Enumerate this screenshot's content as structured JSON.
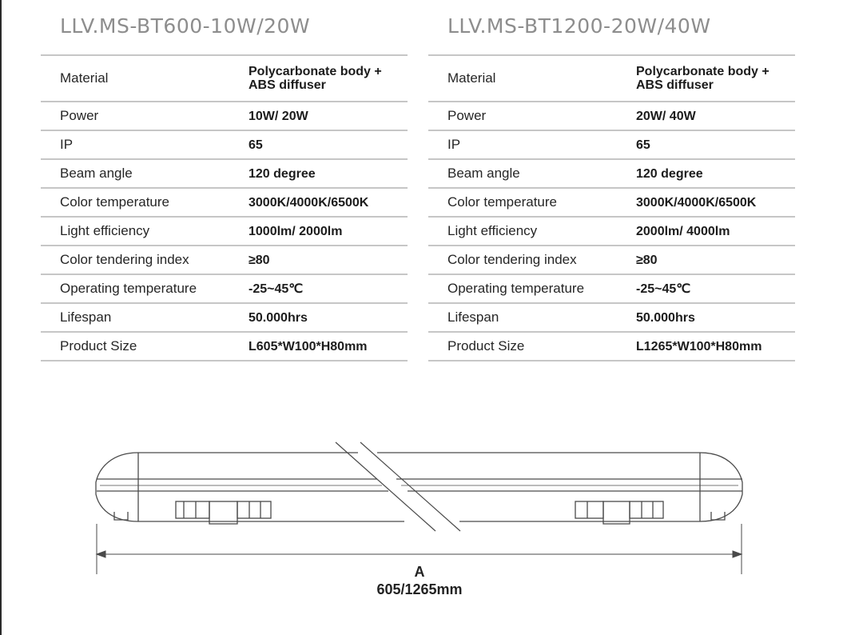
{
  "blocks": [
    {
      "title": "LLV.MS-BT600-10W/20W",
      "rows": [
        {
          "label": "Material",
          "value": "Polycarbonate body + ABS diffuser"
        },
        {
          "label": "Power",
          "value": "10W/ 20W"
        },
        {
          "label": "IP",
          "value": "65"
        },
        {
          "label": "Beam angle",
          "value": "120 degree"
        },
        {
          "label": "Color temperature",
          "value": "3000K/4000K/6500K"
        },
        {
          "label": "Light efficiency",
          "value": "1000lm/ 2000lm"
        },
        {
          "label": "Color tendering index",
          "value": "≥80"
        },
        {
          "label": "Operating temperature",
          "value": "-25~45℃"
        },
        {
          "label": "Lifespan",
          "value": "50.000hrs"
        },
        {
          "label": "Product Size",
          "value": "L605*W100*H80mm"
        }
      ]
    },
    {
      "title": "LLV.MS-BT1200-20W/40W",
      "rows": [
        {
          "label": "Material",
          "value": "Polycarbonate body + ABS diffuser"
        },
        {
          "label": "Power",
          "value": "20W/ 40W"
        },
        {
          "label": "IP",
          "value": "65"
        },
        {
          "label": "Beam angle",
          "value": "120 degree"
        },
        {
          "label": "Color temperature",
          "value": "3000K/4000K/6500K"
        },
        {
          "label": "Light efficiency",
          "value": "2000lm/ 4000lm"
        },
        {
          "label": "Color tendering index",
          "value": "≥80"
        },
        {
          "label": "Operating temperature",
          "value": "-25~45℃"
        },
        {
          "label": "Lifespan",
          "value": "50.000hrs"
        },
        {
          "label": "Product Size",
          "value": "L1265*W100*H80mm"
        }
      ]
    }
  ],
  "drawing": {
    "dimension_letter": "A",
    "dimension_value": "605/1265mm"
  }
}
